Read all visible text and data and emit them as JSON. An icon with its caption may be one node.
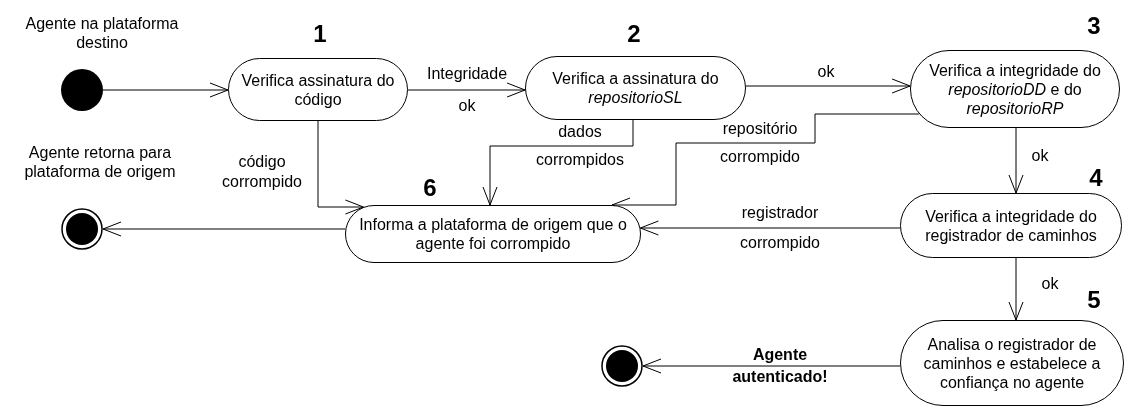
{
  "diagram": {
    "nodes": [
      {
        "text": [],
        "shape": "circle",
        "beside": [
          "Agente na plataforma destino"
        ]
      },
      {
        "text": [
          "Verifica assinatura do código"
        ],
        "beside": [
          "1"
        ]
      },
      {
        "text": [
          "Verifica a assinatura do *repositorioSL*"
        ],
        "beside": [
          "2"
        ]
      },
      {
        "text": [
          "Verifica a integridade do *repositorioDD* e do *repositorioRP*"
        ],
        "beside": [
          "3"
        ]
      },
      {
        "text": [
          "Verifica a integridade do registrador de caminhos"
        ],
        "beside": [
          "4"
        ]
      },
      {
        "text": [
          "Analisa o registrador de caminhos e estabelece a confiança no agente"
        ],
        "beside": [
          "5"
        ]
      },
      {
        "text": [
          "Informa a plataforma de origem que o agente foi corrompido"
        ],
        "beside": [
          "6"
        ]
      },
      {
        "text": [],
        "shape": "circle",
        "beside": [
          "Agente retorna para plataforma de origem"
        ]
      },
      {
        "text": [],
        "shape": "circle"
      }
    ],
    "edges": [
      {
        "from": 0,
        "to": 1,
        "arrow": "to"
      },
      {
        "from": 1,
        "to": 2,
        "arrow": "to",
        "label": "Integridade ok"
      },
      {
        "from": 2,
        "to": 3,
        "arrow": "to",
        "label": "ok"
      },
      {
        "from": 3,
        "to": 4,
        "arrow": "to",
        "label": "ok"
      },
      {
        "from": 4,
        "to": 5,
        "arrow": "to",
        "label": "ok"
      },
      {
        "from": 1,
        "to": 6,
        "arrow": "to",
        "label": "código corrompido"
      },
      {
        "from": 2,
        "to": 6,
        "arrow": "to",
        "label": "dados corrompidos"
      },
      {
        "from": 3,
        "to": 6,
        "arrow": "to",
        "label": "repositório corrompido"
      },
      {
        "from": 4,
        "to": 6,
        "arrow": "to",
        "label": "registrador corrompido"
      },
      {
        "from": 6,
        "to": 7,
        "arrow": "to"
      },
      {
        "from": 5,
        "to": 8,
        "arrow": "to",
        "label": "**Agente autenticado!**"
      }
    ]
  }
}
